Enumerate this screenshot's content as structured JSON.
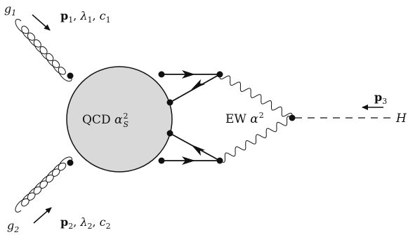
{
  "diagram": {
    "colors": {
      "line": "#111111",
      "blob_fill": "#d9d9d9",
      "background": "#ffffff"
    },
    "gluon1": {
      "name": "g",
      "name_sub": "1",
      "momentum": "p",
      "momentum_sub": "1",
      "helicity": "λ",
      "helicity_sub": "1",
      "color": "c",
      "color_sub": "1"
    },
    "gluon2": {
      "name": "g",
      "name_sub": "2",
      "momentum": "p",
      "momentum_sub": "2",
      "helicity": "λ",
      "helicity_sub": "2",
      "color": "c",
      "color_sub": "2"
    },
    "blob": {
      "label": "QCD",
      "coupling": "α",
      "coupling_sub": "S",
      "coupling_sup": "2"
    },
    "ew": {
      "label": "EW",
      "coupling": "α",
      "coupling_sup": "2"
    },
    "higgs": {
      "name": "H",
      "momentum": "p",
      "momentum_sub": "3"
    }
  }
}
